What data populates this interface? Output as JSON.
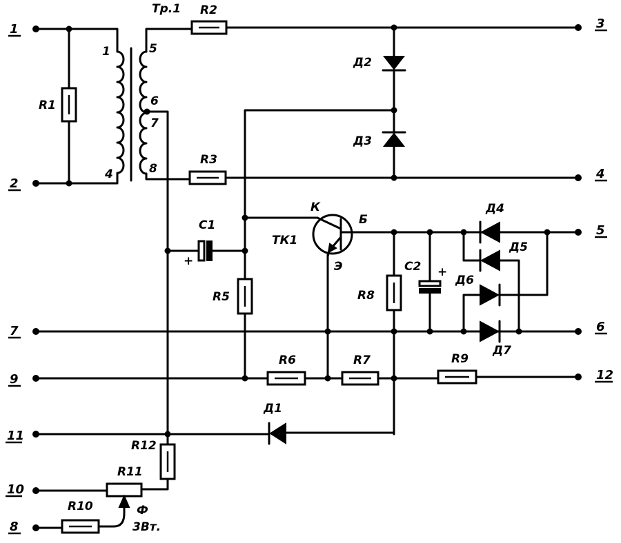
{
  "terminals": {
    "t1": "1",
    "t2": "2",
    "t3": "3",
    "t4": "4",
    "t5": "5",
    "t6": "6",
    "t7": "7",
    "t9": "9",
    "t11": "11",
    "t10": "10",
    "t8": "8",
    "t12": "12"
  },
  "transformer": {
    "name": "Тр.1",
    "pin1": "1",
    "pin4": "4",
    "pin5": "5",
    "pin6": "6",
    "pin7": "7",
    "pin8": "8"
  },
  "resistors": {
    "r1": "R1",
    "r2": "R2",
    "r3": "R3",
    "r5": "R5",
    "r6": "R6",
    "r7": "R7",
    "r8": "R8",
    "r9": "R9",
    "r10": "R10",
    "r11": "R11",
    "r12": "R12"
  },
  "diodes": {
    "d1": "Д1",
    "d2": "Д2",
    "d3": "Д3",
    "d4": "Д4",
    "d5": "Д5",
    "d6": "Д6",
    "d7": "Д7"
  },
  "capacitors": {
    "c1": "C1",
    "c2": "C2",
    "plus": "+"
  },
  "transistor": {
    "name": "ТК1",
    "collector": "К",
    "base": "Б",
    "emitter": "Э"
  },
  "potentiometer_note": {
    "symbol": "Ф",
    "power": "3Вт."
  }
}
